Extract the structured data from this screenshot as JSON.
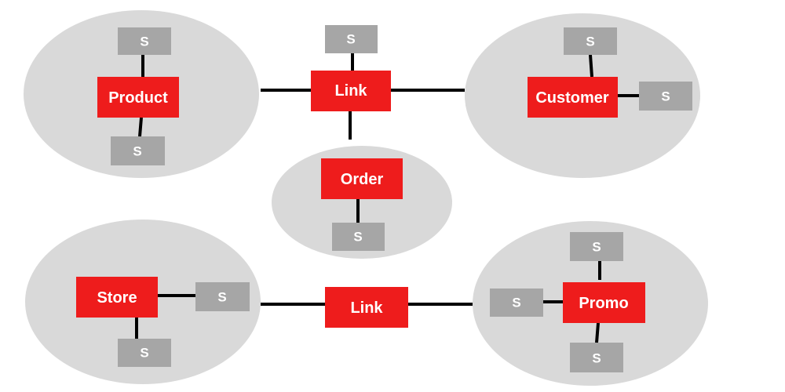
{
  "colors": {
    "cluster_fill": "#d9d9d9",
    "hub_fill": "#ee1c1c",
    "satellite_fill": "#a6a6a6",
    "connector": "#000000",
    "label": "#ffffff"
  },
  "hubs": [
    {
      "id": "product",
      "label": "Product"
    },
    {
      "id": "customer",
      "label": "Customer"
    },
    {
      "id": "order",
      "label": "Order"
    },
    {
      "id": "store",
      "label": "Store"
    },
    {
      "id": "promo",
      "label": "Promo"
    },
    {
      "id": "link-top",
      "label": "Link"
    },
    {
      "id": "link-bottom",
      "label": "Link"
    }
  ],
  "satellites": [
    {
      "id": "product-top",
      "label": "S"
    },
    {
      "id": "product-bottom",
      "label": "S"
    },
    {
      "id": "link-top-sat",
      "label": "S"
    },
    {
      "id": "customer-top",
      "label": "S"
    },
    {
      "id": "customer-right",
      "label": "S"
    },
    {
      "id": "order-bottom",
      "label": "S"
    },
    {
      "id": "store-right",
      "label": "S"
    },
    {
      "id": "store-bottom",
      "label": "S"
    },
    {
      "id": "promo-top",
      "label": "S"
    },
    {
      "id": "promo-left",
      "label": "S"
    },
    {
      "id": "promo-bottom",
      "label": "S"
    }
  ]
}
